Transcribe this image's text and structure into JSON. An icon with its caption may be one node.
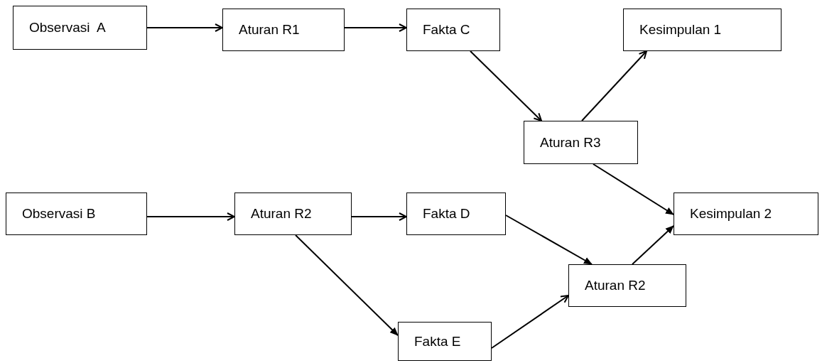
{
  "diagram": {
    "nodes": [
      {
        "text": [
          "Observasi  A"
        ]
      },
      {
        "text": [
          "Aturan R1"
        ]
      },
      {
        "text": [
          "Fakta C"
        ]
      },
      {
        "text": [
          "Kesimpulan 1"
        ]
      },
      {
        "text": [
          "Aturan R3"
        ]
      },
      {
        "text": [
          "Observasi B"
        ]
      },
      {
        "text": [
          "Aturan R2"
        ]
      },
      {
        "text": [
          "Fakta D"
        ]
      },
      {
        "text": [
          "Kesimpulan 2"
        ]
      },
      {
        "text": [
          "Aturan R2"
        ]
      },
      {
        "text": [
          "Fakta E"
        ]
      }
    ],
    "edges": [
      {
        "from": 0,
        "to": 1,
        "arrow": "to"
      },
      {
        "from": 1,
        "to": 2,
        "arrow": "to"
      },
      {
        "from": 2,
        "to": 4,
        "arrow": "to"
      },
      {
        "from": 4,
        "to": 3,
        "arrow": "to"
      },
      {
        "from": 5,
        "to": 6,
        "arrow": "to"
      },
      {
        "from": 6,
        "to": 7,
        "arrow": "to"
      },
      {
        "from": 4,
        "to": 8,
        "arrow": "to"
      },
      {
        "from": 7,
        "to": 9,
        "arrow": "to"
      },
      {
        "from": 9,
        "to": 8,
        "arrow": "to"
      },
      {
        "from": 6,
        "to": 10,
        "arrow": "to"
      },
      {
        "from": 10,
        "to": 9,
        "arrow": "to"
      }
    ]
  }
}
